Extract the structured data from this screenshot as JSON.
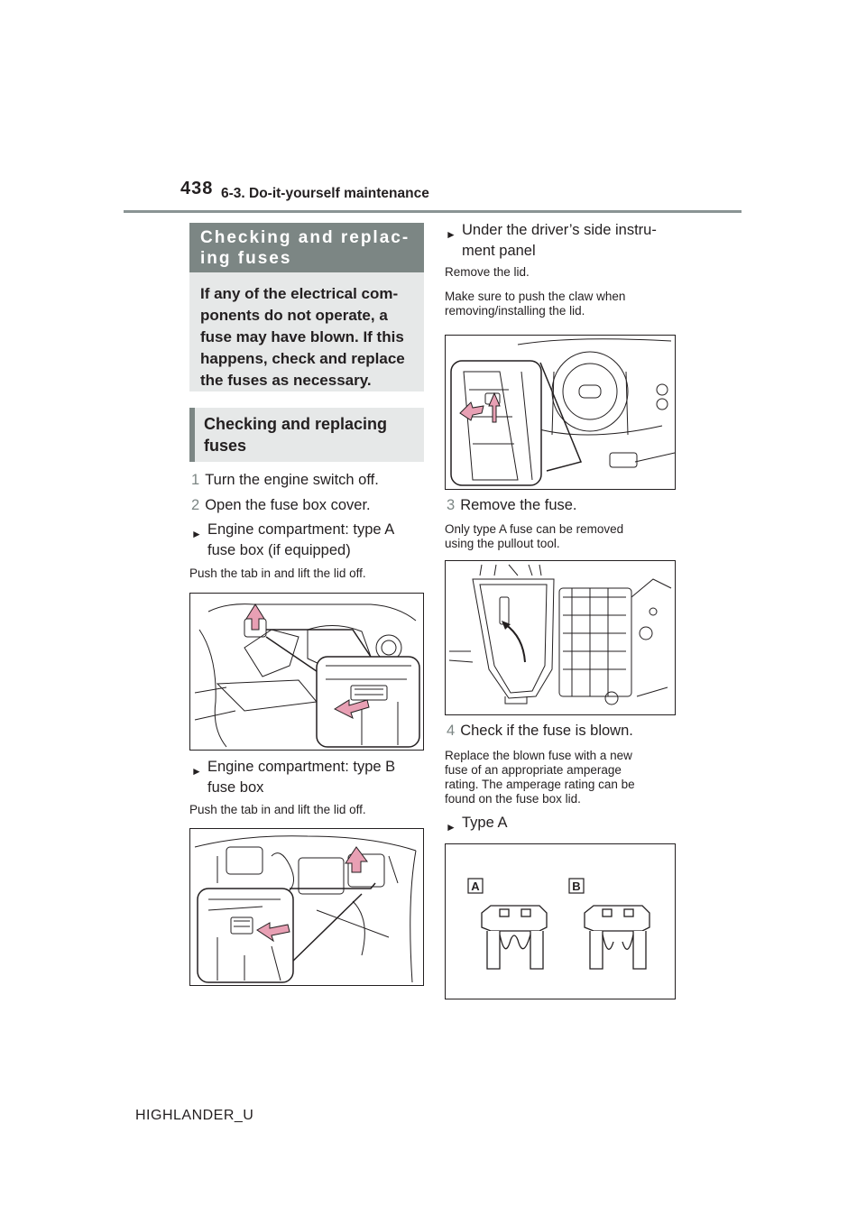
{
  "header": {
    "page_number": "438",
    "section": "6-3. Do-it-yourself maintenance"
  },
  "left": {
    "banner_title_line1": "Checking and replac-",
    "banner_title_line2": "ing fuses",
    "intro_line1": "If any of the electrical com-",
    "intro_line2": "ponents do not operate, a",
    "intro_line3": "fuse may have blown. If this",
    "intro_line4": "happens, check and replace",
    "intro_line5": "the fuses as necessary.",
    "sub_title_line1": "Checking and replacing",
    "sub_title_line2": "fuses",
    "step1_num": "1",
    "step1_text": "Turn the engine switch off.",
    "step2_num": "2",
    "step2_text": "Open the fuse box cover.",
    "bullet_a_line1": "Engine compartment: type A",
    "bullet_a_line2": "fuse box (if equipped)",
    "note_a": "Push the tab in and lift the lid off.",
    "bullet_b_line1": "Engine compartment: type B",
    "bullet_b_line2": "fuse box",
    "note_b": "Push the tab in and lift the lid off."
  },
  "right": {
    "bullet_panel_line1": "Under the driver’s side instru-",
    "bullet_panel_line2": "ment panel",
    "note_panel1": "Remove the lid.",
    "note_panel2_line1": "Make sure to push the claw when",
    "note_panel2_line2": "removing/installing the lid.",
    "step3_num": "3",
    "step3_text": "Remove the fuse.",
    "note3_line1": "Only type A fuse can be removed",
    "note3_line2": "using the pullout tool.",
    "step4_num": "4",
    "step4_text": "Check if the fuse is blown.",
    "note4_line1": "Replace the blown fuse with a new",
    "note4_line2": "fuse of an appropriate amperage",
    "note4_line3": "rating. The amperage rating can be",
    "note4_line4": "found on the fuse box lid.",
    "bullet_typea": "Type A",
    "label_a": "A",
    "label_b": "B"
  },
  "footer": {
    "model": "HIGHLANDER_U"
  },
  "colors": {
    "banner_dark": "#7c8684",
    "banner_light": "#e6e8e8",
    "arrow_pink": "#e8a0b4",
    "header_rule": "#8a9494"
  }
}
